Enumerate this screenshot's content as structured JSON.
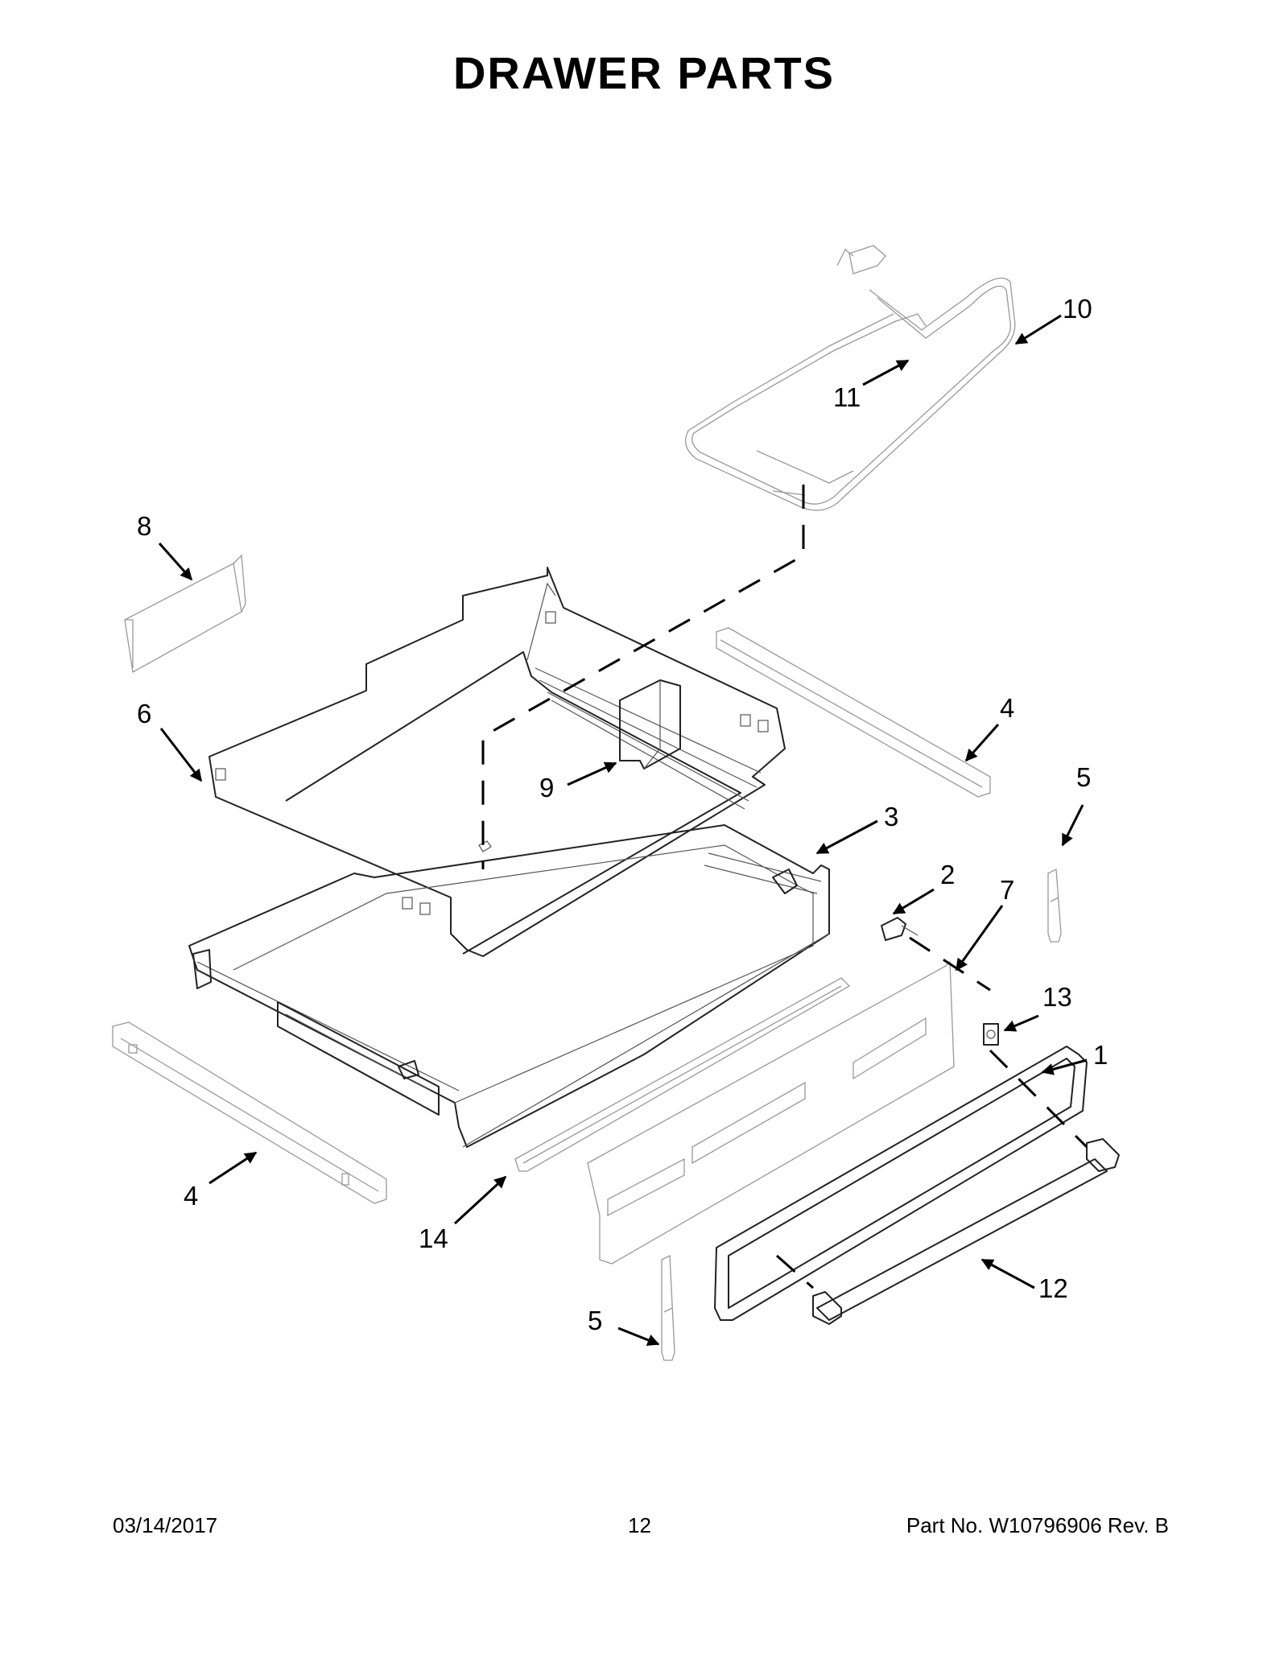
{
  "page": {
    "title": "DRAWER PARTS"
  },
  "callouts": [
    {
      "id": "c1",
      "label": "1"
    },
    {
      "id": "c2",
      "label": "2"
    },
    {
      "id": "c3",
      "label": "3"
    },
    {
      "id": "c4a",
      "label": "4"
    },
    {
      "id": "c4b",
      "label": "4"
    },
    {
      "id": "c5a",
      "label": "5"
    },
    {
      "id": "c5b",
      "label": "5"
    },
    {
      "id": "c6",
      "label": "6"
    },
    {
      "id": "c7",
      "label": "7"
    },
    {
      "id": "c8",
      "label": "8"
    },
    {
      "id": "c9",
      "label": "9"
    },
    {
      "id": "c10",
      "label": "10"
    },
    {
      "id": "c11",
      "label": "11"
    },
    {
      "id": "c12",
      "label": "12"
    },
    {
      "id": "c13",
      "label": "13"
    },
    {
      "id": "c14",
      "label": "14"
    }
  ],
  "footer": {
    "date": "03/14/2017",
    "page_number": "12",
    "part_number": "Part No.  W10796906  Rev.  B"
  }
}
